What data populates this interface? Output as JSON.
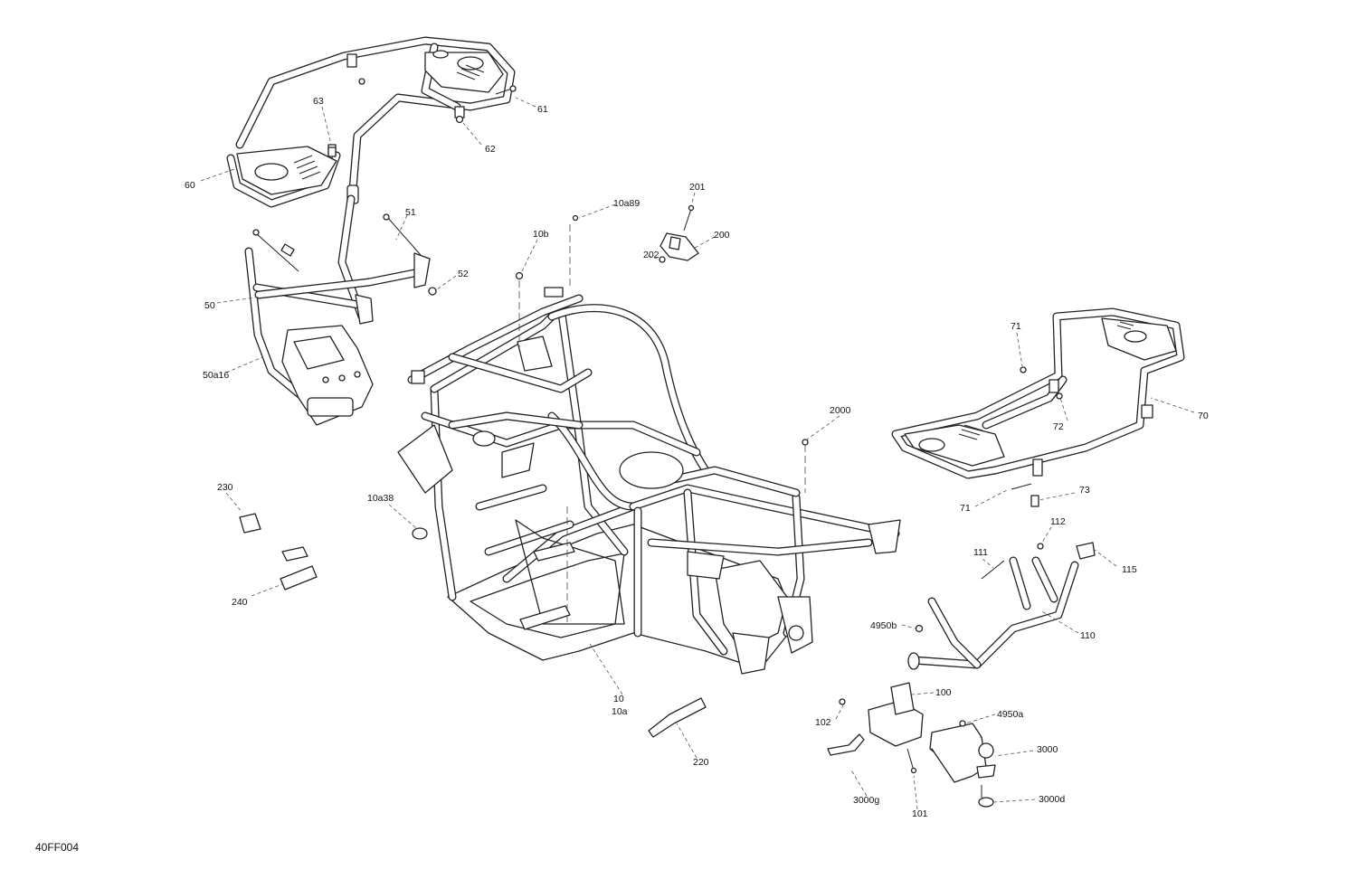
{
  "figure_id": "40FF004",
  "callouts": {
    "c61": "61",
    "c62": "62",
    "c63": "63",
    "c60": "60",
    "c51": "51",
    "c52": "52",
    "c50": "50",
    "c50a16": "50a16",
    "c10a89": "10a89",
    "c10b": "10b",
    "c201": "201",
    "c200": "200",
    "c202": "202",
    "c71_top": "71",
    "c72": "72",
    "c70": "70",
    "c2000": "2000",
    "c71_bottom": "71",
    "c73": "73",
    "c112": "112",
    "c111": "111",
    "c115": "115",
    "c230": "230",
    "c10a38": "10a38",
    "c240": "240",
    "c4950b": "4950b",
    "c110": "110",
    "c10": "10",
    "c10a": "10a",
    "c100": "100",
    "c102": "102",
    "c4950a": "4950a",
    "c3000": "3000",
    "c220": "220",
    "c3000d": "3000d",
    "c3000g": "3000g",
    "c101": "101"
  }
}
